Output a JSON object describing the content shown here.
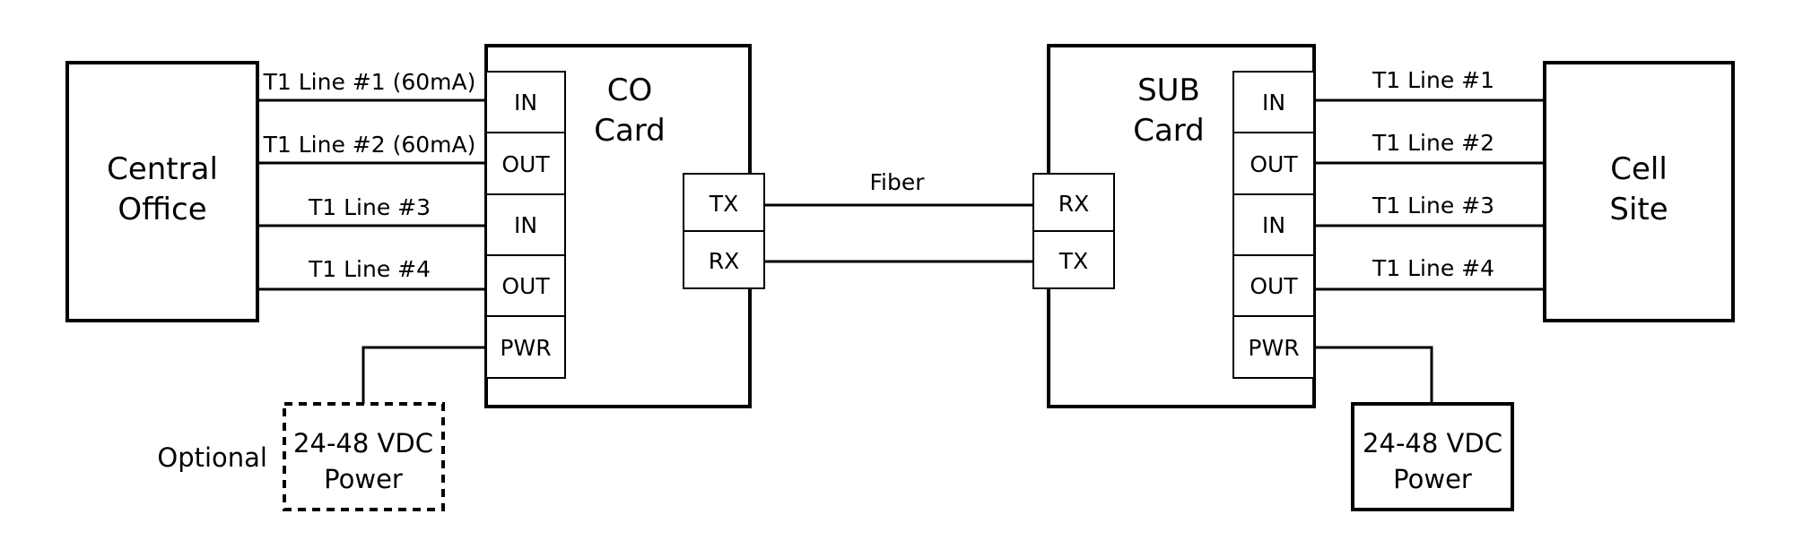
{
  "central_office": {
    "line1": "Central",
    "line2": "Office"
  },
  "cell_site": {
    "line1": "Cell",
    "line2": "Site"
  },
  "co_card": {
    "line1": "CO",
    "line2": "Card",
    "ports": [
      "IN",
      "OUT",
      "IN",
      "OUT",
      "PWR"
    ],
    "fiber_ports": [
      "TX",
      "RX"
    ]
  },
  "sub_card": {
    "line1": "SUB",
    "line2": "Card",
    "ports": [
      "IN",
      "OUT",
      "IN",
      "OUT",
      "PWR"
    ],
    "fiber_ports": [
      "RX",
      "TX"
    ]
  },
  "left_lines": [
    "T1 Line #1 (60mA)",
    "T1 Line #2 (60mA)",
    "T1 Line #3",
    "T1 Line #4"
  ],
  "right_lines": [
    "T1 Line #1",
    "T1 Line #2",
    "T1 Line #3",
    "T1 Line #4"
  ],
  "fiber_label": "Fiber",
  "optional_power": {
    "tag": "Optional",
    "line1": "24-48 VDC",
    "line2": "Power"
  },
  "sub_power": {
    "line1": "24-48 VDC",
    "line2": "Power"
  }
}
